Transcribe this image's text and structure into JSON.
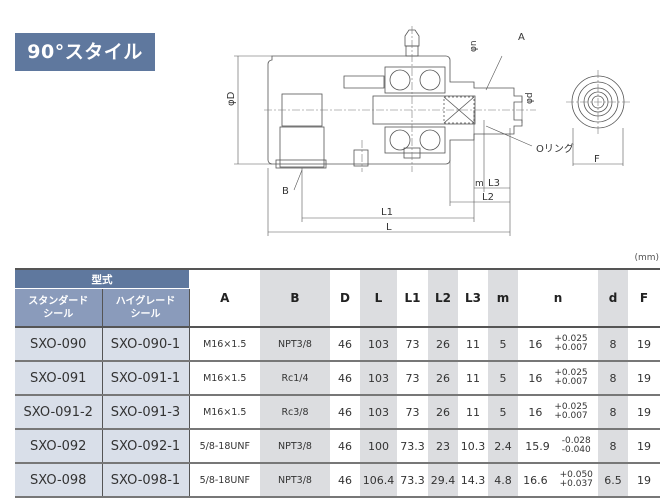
{
  "title": "90°スタイル",
  "unit_label": "(mm)",
  "drawing": {
    "labels": {
      "phi_D": "φD",
      "phi_n": "φn",
      "phi_d": "φd",
      "A": "A",
      "B": "B",
      "o_ring": "Oリング",
      "F": "F",
      "m": "m",
      "L3": "L3",
      "L2": "L2",
      "L1": "L1",
      "L": "L"
    }
  },
  "table": {
    "group_header": "型式",
    "col_standard": [
      "スタンダード",
      "シール"
    ],
    "col_highgrade": [
      "ハイグレード",
      "シール"
    ],
    "columns": [
      "A",
      "B",
      "D",
      "L",
      "L1",
      "L2",
      "L3",
      "m",
      "n",
      "d",
      "F"
    ],
    "rows": [
      {
        "standard": "SXO-090",
        "highgrade": "SXO-090-1",
        "A": "M16×1.5",
        "B": "NPT3/8",
        "D": "46",
        "L": "103",
        "L1": "73",
        "L2": "26",
        "L3": "11",
        "m": "5",
        "n": "16",
        "n_tol_upper": "+0.025",
        "n_tol_lower": "+0.007",
        "d": "8",
        "F": "19"
      },
      {
        "standard": "SXO-091",
        "highgrade": "SXO-091-1",
        "A": "M16×1.5",
        "B": "Rc1/4",
        "D": "46",
        "L": "103",
        "L1": "73",
        "L2": "26",
        "L3": "11",
        "m": "5",
        "n": "16",
        "n_tol_upper": "+0.025",
        "n_tol_lower": "+0.007",
        "d": "8",
        "F": "19"
      },
      {
        "standard": "SXO-091-2",
        "highgrade": "SXO-091-3",
        "A": "M16×1.5",
        "B": "Rc3/8",
        "D": "46",
        "L": "103",
        "L1": "73",
        "L2": "26",
        "L3": "11",
        "m": "5",
        "n": "16",
        "n_tol_upper": "+0.025",
        "n_tol_lower": "+0.007",
        "d": "8",
        "F": "19"
      },
      {
        "standard": "SXO-092",
        "highgrade": "SXO-092-1",
        "A": "5/8-18UNF",
        "B": "NPT3/8",
        "D": "46",
        "L": "100",
        "L1": "73.3",
        "L2": "23",
        "L3": "10.3",
        "m": "2.4",
        "n": "15.9",
        "n_tol_upper": "-0.028",
        "n_tol_lower": "-0.040",
        "d": "8",
        "F": "19"
      },
      {
        "standard": "SXO-098",
        "highgrade": "SXO-098-1",
        "A": "5/8-18UNF",
        "B": "NPT3/8",
        "D": "46",
        "L": "106.4",
        "L1": "73.3",
        "L2": "29.4",
        "L3": "14.3",
        "m": "4.8",
        "n": "16.6",
        "n_tol_upper": "+0.050",
        "n_tol_lower": "+0.037",
        "d": "6.5",
        "F": "19"
      }
    ]
  },
  "colors": {
    "header_dark": "#5f789e",
    "header_light": "#8a9bbb",
    "model_cell": "#d9dfe9",
    "gray_column": "#dcdde0"
  }
}
